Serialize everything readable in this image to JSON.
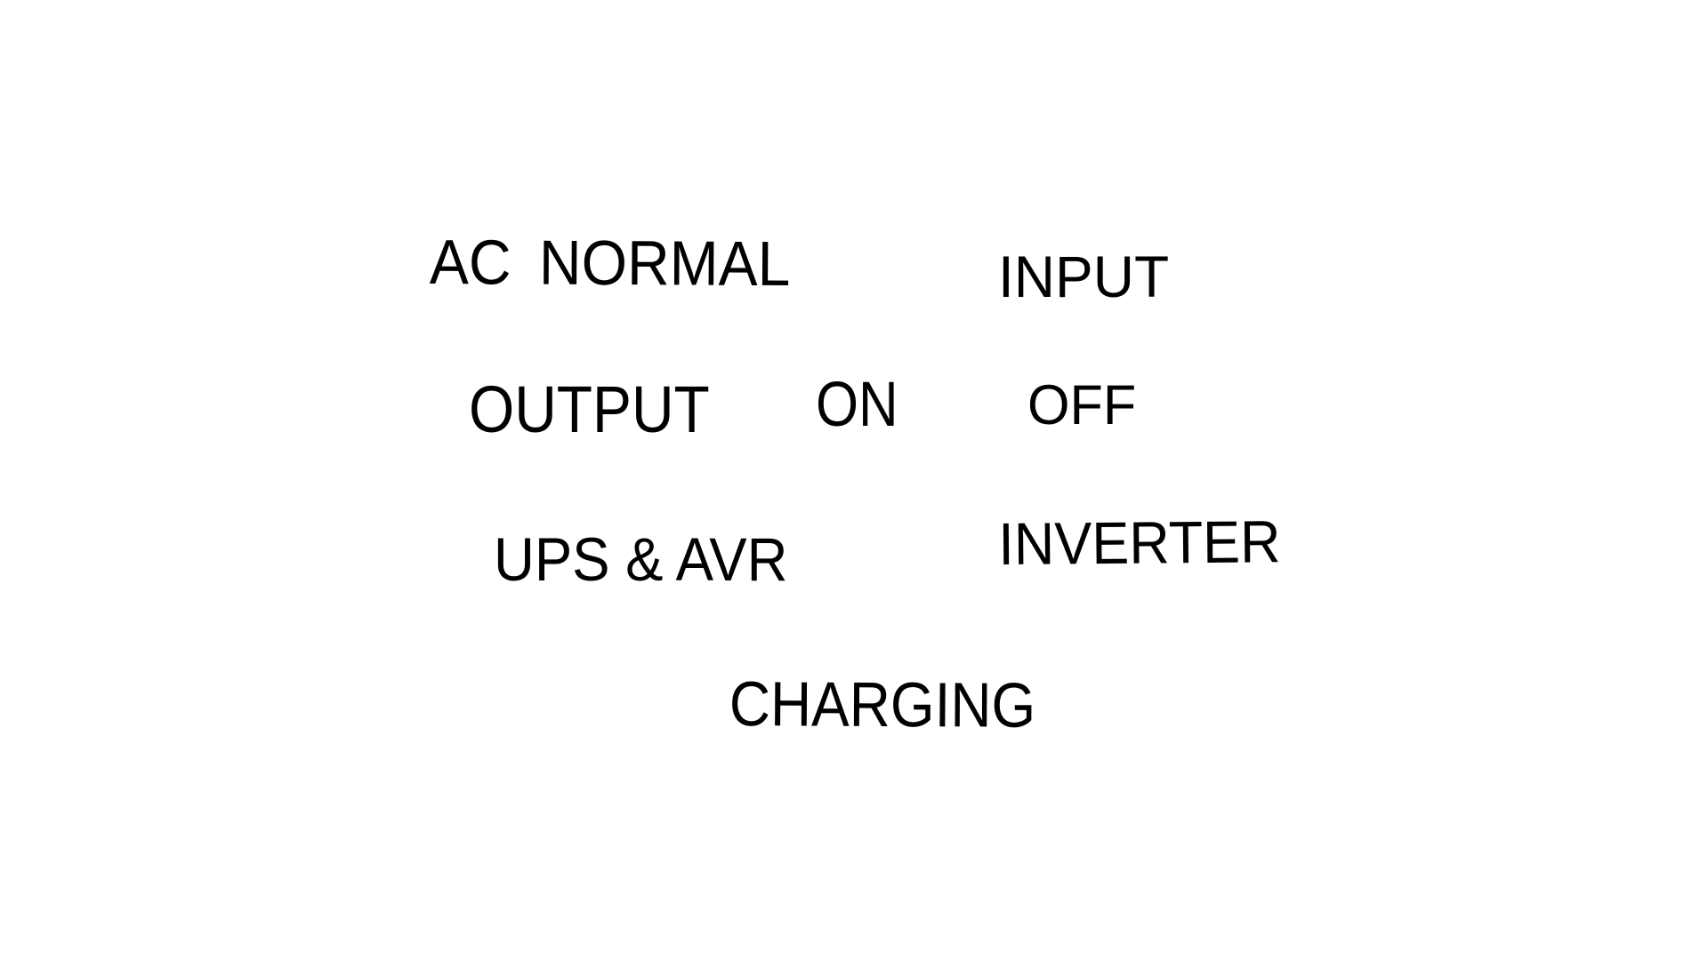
{
  "background_color": "#ffffff",
  "text_color": "#000000",
  "labels": [
    {
      "id": "ac-normal",
      "text": "AC NORMAL"
    },
    {
      "id": "input",
      "text": "INPUT"
    },
    {
      "id": "output",
      "text": "OUTPUT"
    },
    {
      "id": "on",
      "text": "ON"
    },
    {
      "id": "off",
      "text": "OFF"
    },
    {
      "id": "ups-avr",
      "text": "UPS & AVR"
    },
    {
      "id": "inverter",
      "text": "INVERTER"
    },
    {
      "id": "charging",
      "text": "CHARGING"
    }
  ]
}
